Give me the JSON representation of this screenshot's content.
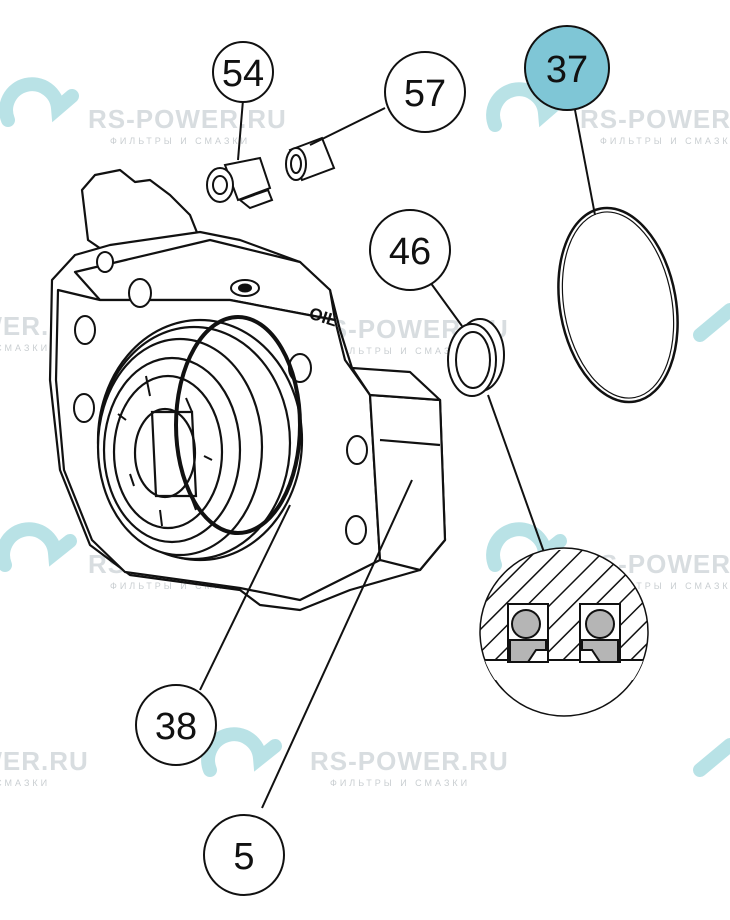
{
  "watermark": {
    "brand": "RS-POWER.RU",
    "tagline": "ФИЛЬТРЫ И СМАЗКИ",
    "color": "#a7dbe0"
  },
  "part_marking": "OIL",
  "callouts": [
    {
      "id": "54",
      "label": "54",
      "highlight": false
    },
    {
      "id": "57",
      "label": "57",
      "highlight": false
    },
    {
      "id": "37",
      "label": "37",
      "highlight": true
    },
    {
      "id": "46",
      "label": "46",
      "highlight": false
    },
    {
      "id": "38",
      "label": "38",
      "highlight": false
    },
    {
      "id": "5",
      "label": "5",
      "highlight": false
    }
  ],
  "colors": {
    "highlight_fill": "#7fc6d6",
    "line": "#111111",
    "hatch": "#111111",
    "seal_grey": "#b5b5b5"
  }
}
